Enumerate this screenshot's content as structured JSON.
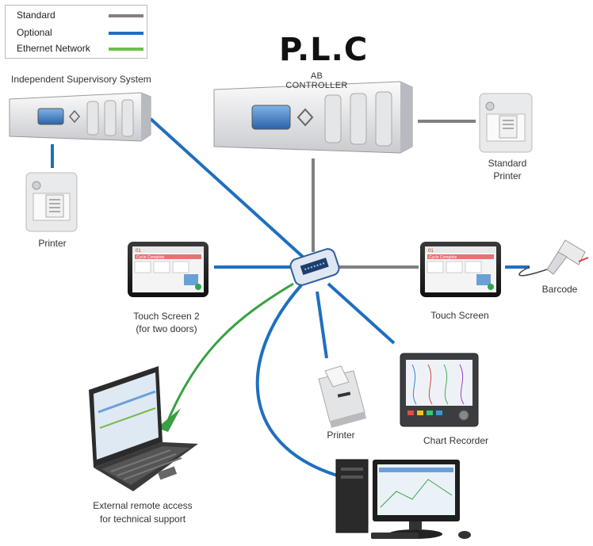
{
  "legend": {
    "items": [
      {
        "label": "Standard",
        "color": "#808080"
      },
      {
        "label": "Optional",
        "color": "#1f6fbf"
      },
      {
        "label": "Ethernet Network",
        "color": "#6cc04a"
      }
    ]
  },
  "plc": {
    "title": "P.L.C",
    "subtitle": "AB CONTROLLER"
  },
  "nodes": {
    "supervisory": "Independent Supervisory System",
    "printer_left": "Printer",
    "standard_printer_line1": "Standard",
    "standard_printer_line2": "Printer",
    "touch_screen_2_line1": "Touch Screen 2",
    "touch_screen_2_line2": "(for two doors)",
    "touch_screen": "Touch Screen",
    "barcode": "Barcode",
    "printer_bottom": "Printer",
    "chart_recorder": "Chart Recorder",
    "remote_line1": "External remote access",
    "remote_line2": "for technical support"
  },
  "screen_text": {
    "header": "Cycle Complete"
  }
}
